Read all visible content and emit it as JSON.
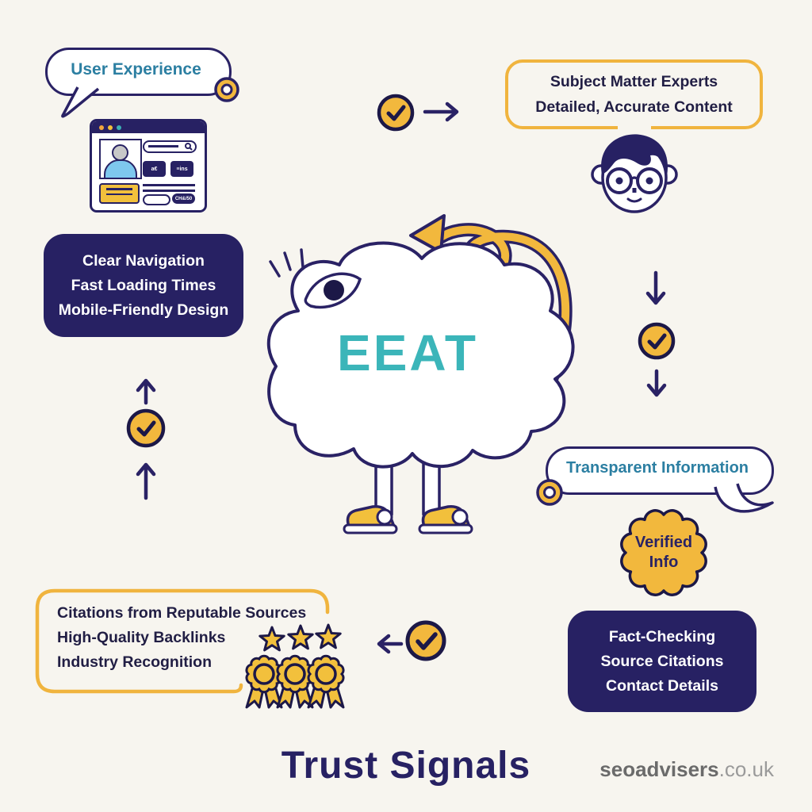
{
  "title": "Trust Signals",
  "watermark": {
    "bold": "seoadvisers",
    "rest": ".co.uk"
  },
  "cloud": {
    "label": "EEAT"
  },
  "bubbles": {
    "user_experience": {
      "label": "User Experience"
    },
    "transparent_information": {
      "label": "Transparent Information"
    }
  },
  "boxes": {
    "ux_signals": {
      "lines": [
        "Clear Navigation",
        "Fast Loading Times",
        "Mobile-Friendly Design"
      ]
    },
    "expertise": {
      "lines": [
        "Subject Matter Experts",
        "Detailed, Accurate Content"
      ]
    },
    "trust_facts": {
      "lines": [
        "Fact-Checking",
        "Source Citations",
        "Contact Details"
      ]
    },
    "authority": {
      "lines": [
        "Citations from Reputable Sources",
        "High-Quality Backlinks",
        "Industry Recognition"
      ]
    }
  },
  "badge": {
    "line1": "Verified",
    "line2": "Info"
  },
  "browser": {
    "button1": "a€",
    "button2": "≡ins",
    "pill": "CH&/50"
  },
  "colors": {
    "background": "#f7f5ef",
    "navy": "#272163",
    "yellow": "#f2b83d",
    "teal_heading": "#2c7fa2",
    "eeat_teal": "#3bb5b9",
    "watermark_gray": "#6b6b6b"
  }
}
